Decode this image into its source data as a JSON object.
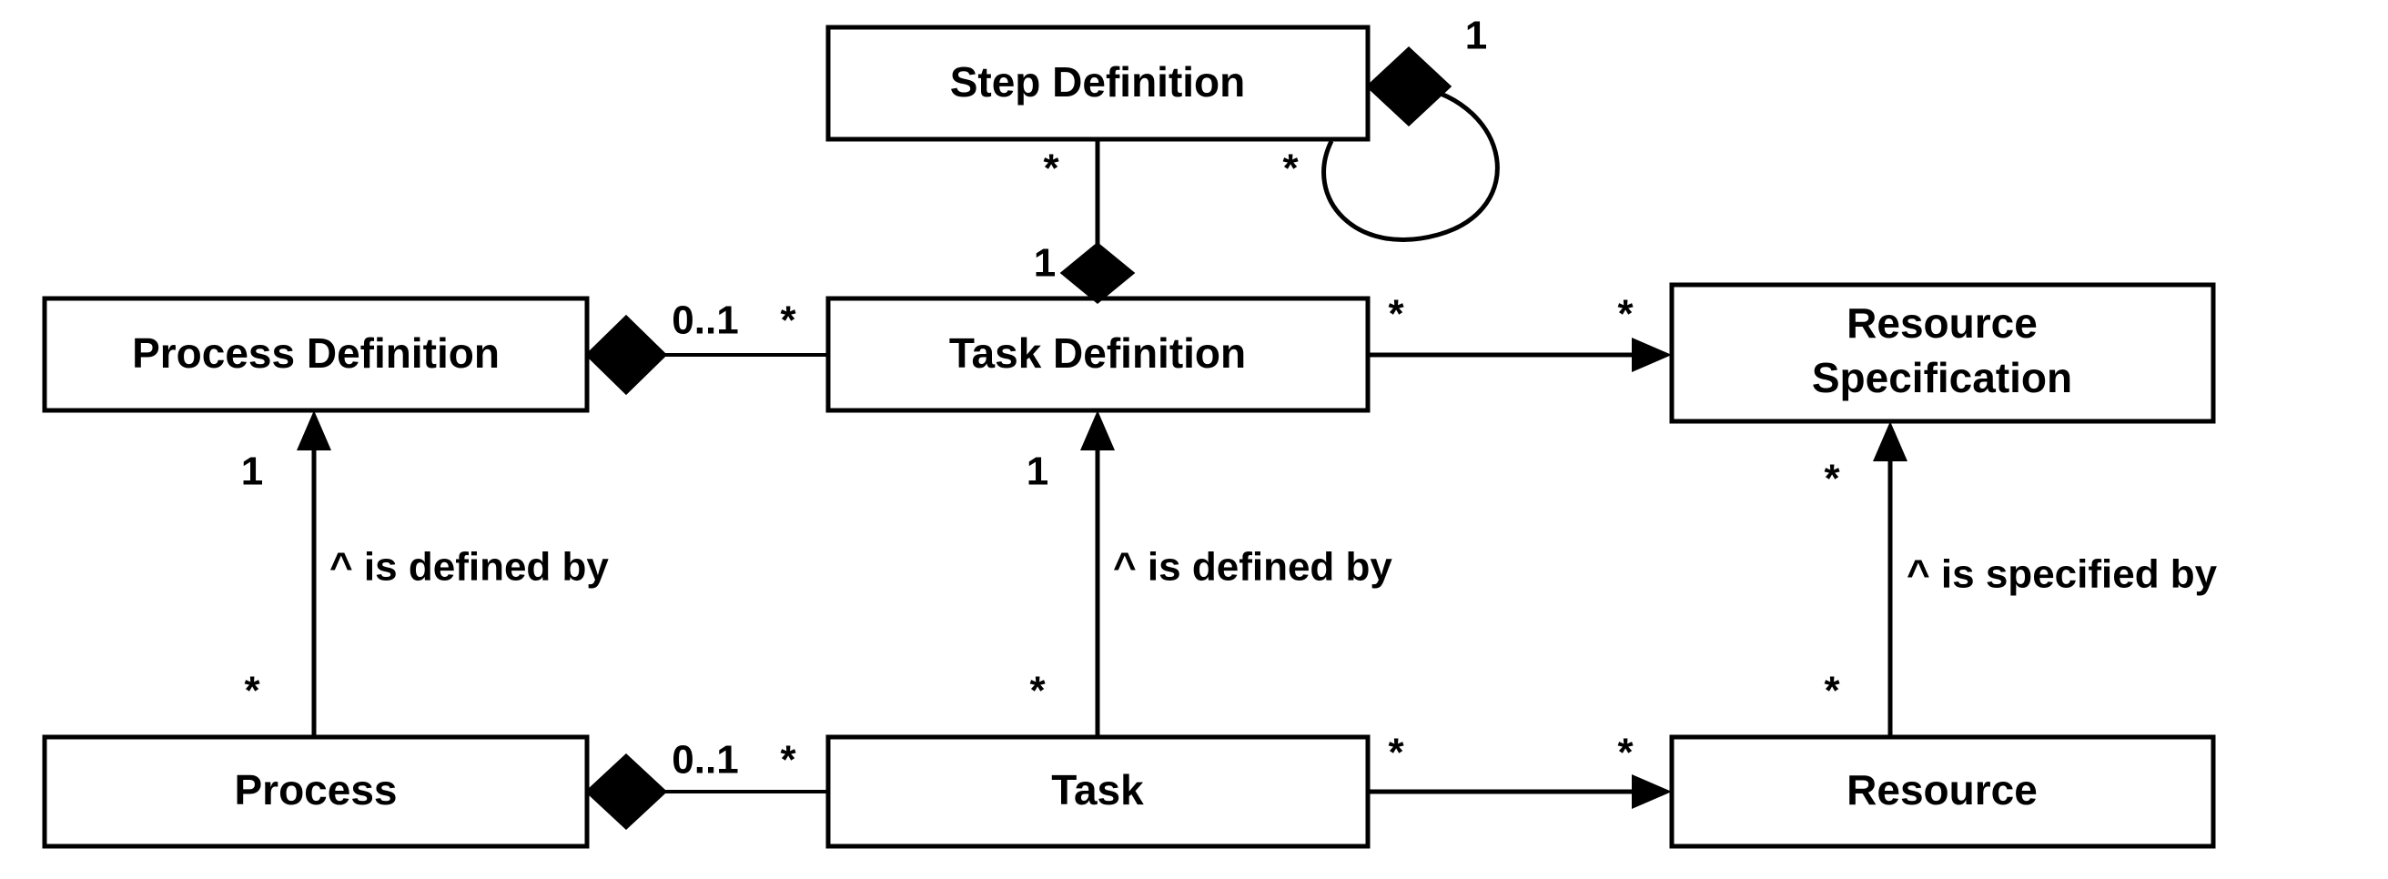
{
  "diagram": {
    "type": "uml-class-diagram",
    "title": "Process / Task / Resource Definition Model",
    "background_color": "#ffffff",
    "line_color": "#000000",
    "fill_color": "#ffffff"
  },
  "classes": [
    {
      "id": "step-definition",
      "name": "Step Definition",
      "line1": "Step Definition",
      "line2": ""
    },
    {
      "id": "process-definition",
      "name": "Process Definition",
      "line1": "Process Definition",
      "line2": ""
    },
    {
      "id": "task-definition",
      "name": "Task Definition",
      "line1": "Task Definition",
      "line2": ""
    },
    {
      "id": "resource-specification",
      "name": "Resource Specification",
      "line1": "Resource",
      "line2": "Specification"
    },
    {
      "id": "process",
      "name": "Process",
      "line1": "Process",
      "line2": ""
    },
    {
      "id": "task",
      "name": "Task",
      "line1": "Task",
      "line2": ""
    },
    {
      "id": "resource",
      "name": "Resource",
      "line1": "Resource",
      "line2": ""
    }
  ],
  "relationships": [
    {
      "id": "stepdef-self-loop",
      "kind": "composition",
      "from": "step-definition",
      "to": "step-definition",
      "source_multiplicity": "1",
      "target_multiplicity": "*",
      "label": ""
    },
    {
      "id": "taskdef-contains-stepdef",
      "kind": "composition",
      "from": "task-definition",
      "to": "step-definition",
      "source_multiplicity": "1",
      "target_multiplicity": "*",
      "label": ""
    },
    {
      "id": "processdef-contains-taskdef",
      "kind": "composition",
      "from": "process-definition",
      "to": "task-definition",
      "source_multiplicity": "0..1",
      "target_multiplicity": "*",
      "label": ""
    },
    {
      "id": "taskdef-uses-resourcespec",
      "kind": "association-directed",
      "from": "task-definition",
      "to": "resource-specification",
      "source_multiplicity": "*",
      "target_multiplicity": "*",
      "label": ""
    },
    {
      "id": "process-defined-by-processdef",
      "kind": "association-directed",
      "from": "process",
      "to": "process-definition",
      "source_multiplicity": "*",
      "target_multiplicity": "1",
      "label": "^ is defined by"
    },
    {
      "id": "task-defined-by-taskdef",
      "kind": "association-directed",
      "from": "task",
      "to": "task-definition",
      "source_multiplicity": "*",
      "target_multiplicity": "1",
      "label": "^ is defined by"
    },
    {
      "id": "resource-specified-by-resourcespec",
      "kind": "association-directed",
      "from": "resource",
      "to": "resource-specification",
      "source_multiplicity": "*",
      "target_multiplicity": "*",
      "label": "^ is specified by"
    },
    {
      "id": "process-contains-task",
      "kind": "composition",
      "from": "process",
      "to": "task",
      "source_multiplicity": "0..1",
      "target_multiplicity": "*",
      "label": ""
    },
    {
      "id": "task-uses-resource",
      "kind": "association-directed",
      "from": "task",
      "to": "resource",
      "source_multiplicity": "*",
      "target_multiplicity": "*",
      "label": ""
    }
  ],
  "multiplicity_labels": {
    "stepdef_loop_one": "1",
    "stepdef_loop_star": "*",
    "stepdef_bottom_star": "*",
    "taskdef_top_one": "1",
    "processdef_right_zero_one": "0..1",
    "taskdef_left_star": "*",
    "taskdef_right_star": "*",
    "resourcespec_left_star": "*",
    "processdef_bottom_one": "1",
    "process_top_star": "*",
    "taskdef_bottom_one": "1",
    "task_top_star": "*",
    "resourcespec_bottom_star": "*",
    "resource_top_star": "*",
    "process_right_zero_one": "0..1",
    "task_left_star": "*",
    "task_right_star": "*",
    "resource_left_star": "*"
  },
  "role_labels": {
    "process_is_defined_by": "^ is defined by",
    "task_is_defined_by": "^ is defined by",
    "resource_is_specified_by": "^ is specified by"
  }
}
